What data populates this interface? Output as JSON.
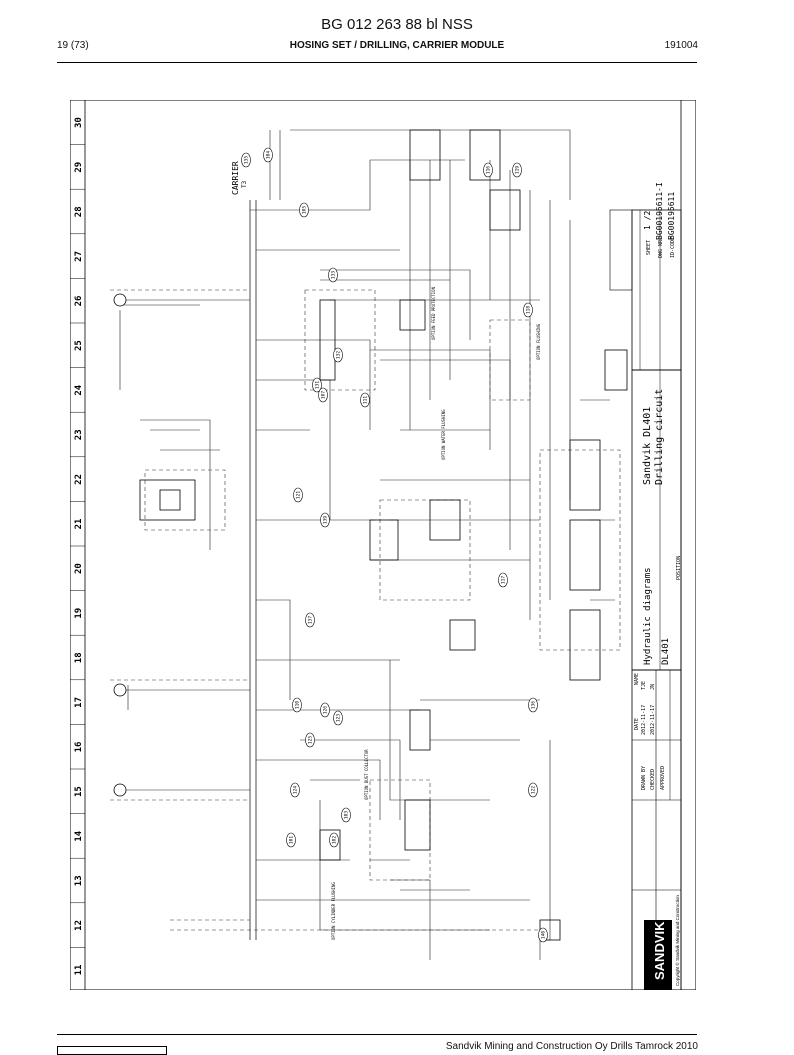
{
  "document": {
    "title": "BG 012 263 88 bl NSS",
    "page": "19 (73)",
    "section": "HOSING SET / DRILLING, CARRIER MODULE",
    "code": "191004",
    "footer": "Sandvik Mining and Construction Oy Drills Tamrock 2010"
  },
  "drawing": {
    "grid_numbers": [
      "11",
      "12",
      "13",
      "14",
      "15",
      "16",
      "17",
      "18",
      "19",
      "20",
      "21",
      "22",
      "23",
      "24",
      "25",
      "26",
      "27",
      "28",
      "29",
      "30"
    ],
    "carrier_label": "CARRIER",
    "carrier_sub": "T3",
    "title_block": {
      "logo": "SANDVIK",
      "copyright": "Copyright © Sandvik Mining and Construction",
      "title_line1": "Sandvik DL401",
      "title_line2": "Drilling circuit",
      "type": "Hydraulic diagrams",
      "model": "DL401",
      "position_label": "POSITION",
      "date_label": "DATE",
      "name_label": "NAME",
      "drawn_by_label": "DRAWN BY",
      "drawn_date": "2012-11-17",
      "drawn_name": "TJE",
      "checked_label": "CHECKED",
      "checked_date": "2012-11-17",
      "checked_name": "JN",
      "approved_label": "APPROVED",
      "sheet_label": "SHEET",
      "sheet_value": "1 /2",
      "dwg_label": "DWG NR",
      "dwg_value": "BG00195611-I",
      "idcode_label": "ID-CODE",
      "idcode_value": "BG00195611"
    },
    "circle_tags": [
      "135",
      "104",
      "105",
      "133",
      "132",
      "131",
      "107",
      "111",
      "121",
      "139",
      "137",
      "110",
      "126",
      "123",
      "124",
      "125",
      "101",
      "102",
      "103",
      "136",
      "122",
      "140",
      "118",
      "117",
      "116",
      "119"
    ],
    "option_labels": [
      "OPTION CYLINDER FLUSHING",
      "OPTION DUST COLLECTOR",
      "OPTION FEED PROTECTION",
      "OPTION WATER FLUSHING",
      "OPTION FLUSHING"
    ]
  }
}
